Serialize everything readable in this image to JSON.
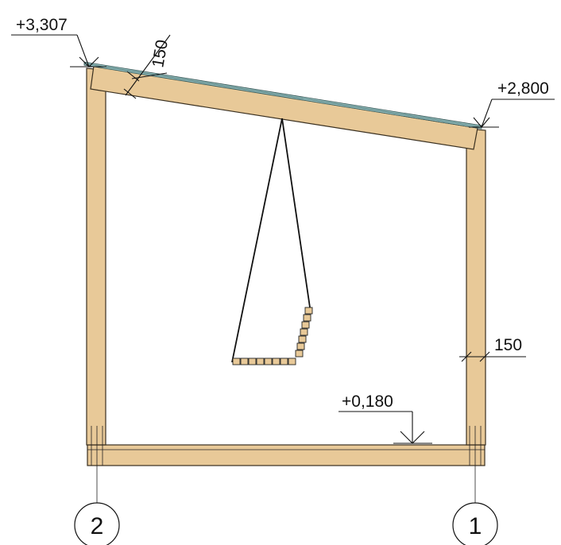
{
  "drawing": {
    "levels": {
      "roof_left": "+3,307",
      "roof_right": "+2,800",
      "floor": "+0,180"
    },
    "dimensions": {
      "roof_thickness": "150",
      "wall_thickness": "150"
    },
    "axes": {
      "left": "2",
      "right": "1"
    },
    "colors": {
      "timber": "#e8c998",
      "roofing": "#9cc9c9",
      "line": "#111111"
    }
  }
}
